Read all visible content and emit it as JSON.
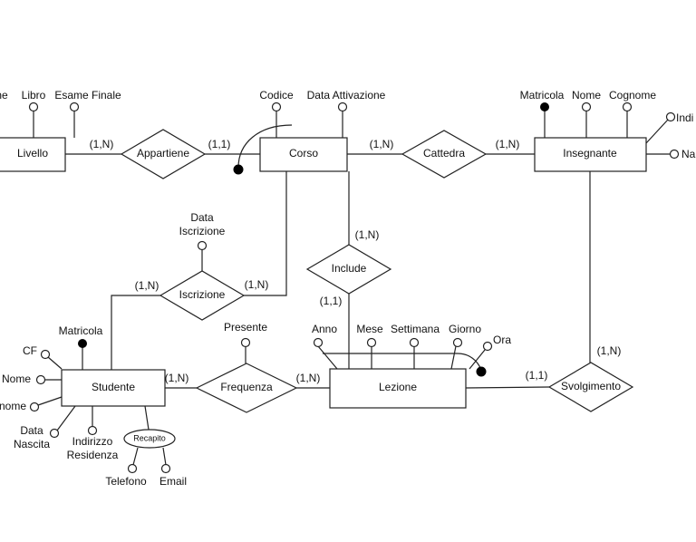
{
  "entities": {
    "livello": "Livello",
    "corso": "Corso",
    "insegnante": "Insegnante",
    "studente": "Studente",
    "lezione": "Lezione"
  },
  "relationships": {
    "appartiene": "Appartiene",
    "cattedra": "Cattedra",
    "include": "Include",
    "iscrizione": "Iscrizione",
    "frequenza": "Frequenza",
    "svolgimento": "Svolgimento"
  },
  "attributes": {
    "livello_nome": "ne",
    "livello_libro": "Libro",
    "livello_esame": "Esame Finale",
    "corso_codice": "Codice",
    "corso_data": "Data Attivazione",
    "ins_matricola": "Matricola",
    "ins_nome": "Nome",
    "ins_cognome": "Cognome",
    "ins_indi": "Indi",
    "ins_na": "Na",
    "iscr_data1": "Data",
    "iscr_data2": "Iscrizione",
    "stud_matricola": "Matricola",
    "stud_cf": "CF",
    "stud_nome": "Nome",
    "stud_cognome": "nome",
    "stud_data1": "Data",
    "stud_data2": "Nascita",
    "stud_ind1": "Indirizzo",
    "stud_ind2": "Residenza",
    "stud_recapito": "Recapito",
    "stud_telefono": "Telefono",
    "stud_email": "Email",
    "freq_presente": "Presente",
    "lez_anno": "Anno",
    "lez_mese": "Mese",
    "lez_settimana": "Settimana",
    "lez_giorno": "Giorno",
    "lez_ora": "Ora"
  },
  "cardinalities": {
    "livello_appartiene": "(1,N)",
    "corso_appartiene": "(1,1)",
    "corso_cattedra": "(1,N)",
    "insegnante_cattedra": "(1,N)",
    "corso_include": "(1,N)",
    "lezione_include": "(1,1)",
    "studente_iscrizione": "(1,N)",
    "corso_iscrizione": "(1,N)",
    "studente_frequenza": "(1,N)",
    "lezione_frequenza": "(1,N)",
    "insegnante_svolgimento": "(1,N)",
    "lezione_svolgimento": "(1,1)"
  }
}
